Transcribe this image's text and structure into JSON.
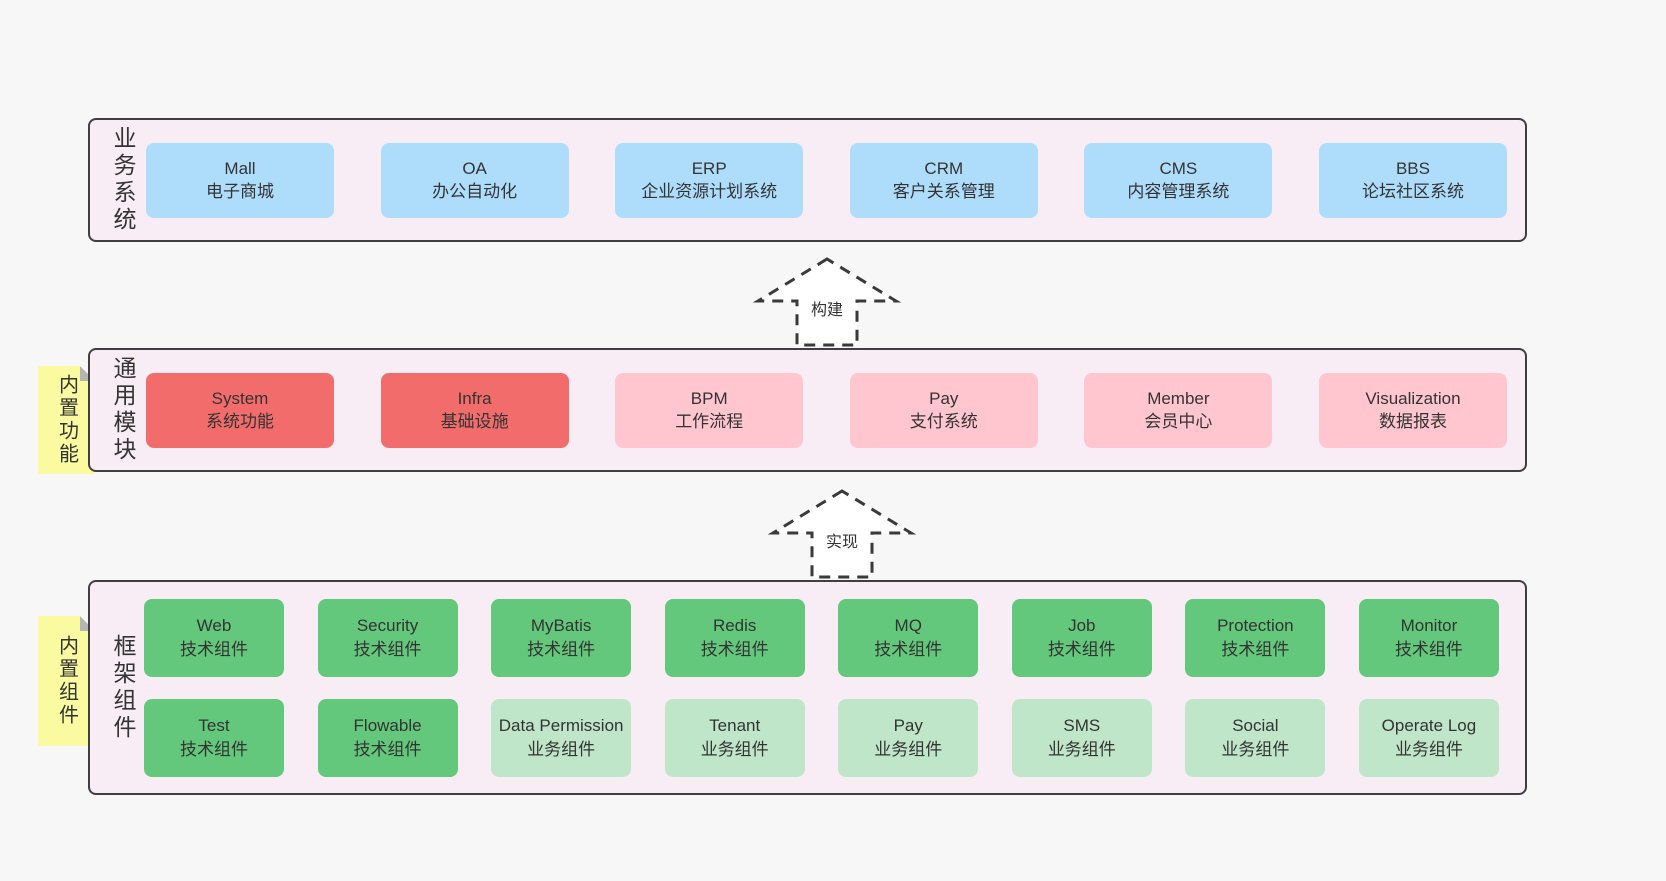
{
  "palette": {
    "page_bg": "#f7f7f7",
    "band_bg": "#f8edf5",
    "band_border": "#3f3f3f",
    "blue_box": "#aeddfb",
    "red_box": "#f26c6c",
    "pink_box": "#ffc6d0",
    "green_box": "#63c87b",
    "green_light_box": "#bfe6c8",
    "sticky_yellow": "#fafaa0",
    "sticky_fold_gray": "#b5b5b5",
    "text": "#333333"
  },
  "arrows": [
    {
      "label": "构建"
    },
    {
      "label": "实现"
    }
  ],
  "bands": [
    {
      "label": "业务系统",
      "boxes": [
        {
          "title": "Mall",
          "subtitle": "电子商城"
        },
        {
          "title": "OA",
          "subtitle": "办公自动化"
        },
        {
          "title": "ERP",
          "subtitle": "企业资源计划系统"
        },
        {
          "title": "CRM",
          "subtitle": "客户关系管理"
        },
        {
          "title": "CMS",
          "subtitle": "内容管理系统"
        },
        {
          "title": "BBS",
          "subtitle": "论坛社区系统"
        }
      ]
    },
    {
      "label": "通用模块",
      "sticky": "内置功能",
      "boxes": [
        {
          "title": "System",
          "subtitle": "系统功能"
        },
        {
          "title": "Infra",
          "subtitle": "基础设施"
        },
        {
          "title": "BPM",
          "subtitle": "工作流程"
        },
        {
          "title": "Pay",
          "subtitle": "支付系统"
        },
        {
          "title": "Member",
          "subtitle": "会员中心"
        },
        {
          "title": "Visualization",
          "subtitle": "数据报表"
        }
      ]
    },
    {
      "label": "框架组件",
      "sticky": "内置组件",
      "rows": [
        [
          {
            "title": "Web",
            "subtitle": "技术组件"
          },
          {
            "title": "Security",
            "subtitle": "技术组件"
          },
          {
            "title": "MyBatis",
            "subtitle": "技术组件"
          },
          {
            "title": "Redis",
            "subtitle": "技术组件"
          },
          {
            "title": "MQ",
            "subtitle": "技术组件"
          },
          {
            "title": "Job",
            "subtitle": "技术组件"
          },
          {
            "title": "Protection",
            "subtitle": "技术组件"
          },
          {
            "title": "Monitor",
            "subtitle": "技术组件"
          }
        ],
        [
          {
            "title": "Test",
            "subtitle": "技术组件"
          },
          {
            "title": "Flowable",
            "subtitle": "技术组件"
          },
          {
            "title": "Data Permission",
            "subtitle": "业务组件"
          },
          {
            "title": "Tenant",
            "subtitle": "业务组件"
          },
          {
            "title": "Pay",
            "subtitle": "业务组件"
          },
          {
            "title": "SMS",
            "subtitle": "业务组件"
          },
          {
            "title": "Social",
            "subtitle": "业务组件"
          },
          {
            "title": "Operate Log",
            "subtitle": "业务组件"
          }
        ]
      ]
    }
  ]
}
